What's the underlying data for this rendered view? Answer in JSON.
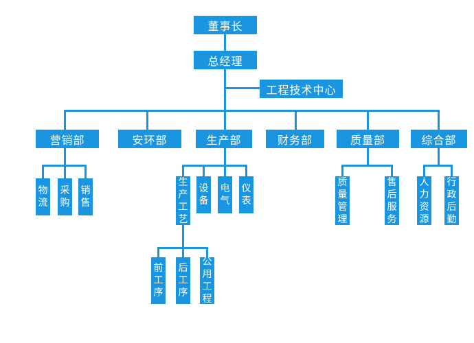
{
  "chairman": "董事长",
  "gm": "总经理",
  "tech_center": "工程技术中心",
  "departments": {
    "marketing": {
      "label": "营销部",
      "children": [
        "物流",
        "采购",
        "销售"
      ]
    },
    "environment": {
      "label": "安环部"
    },
    "production": {
      "label": "生产部",
      "children": [
        "生产工艺",
        "设备",
        "电气",
        "仪表"
      ],
      "process_children": [
        "前工序",
        "后工序",
        "公用工程"
      ]
    },
    "finance": {
      "label": "财务部"
    },
    "quality": {
      "label": "质量部",
      "children": [
        "质量管理",
        "售后服务"
      ]
    },
    "general": {
      "label": "综合部",
      "children": [
        "人力资源",
        "行政后勤"
      ]
    }
  },
  "colors": {
    "box": "#1a96e0",
    "line": "#1a96e0",
    "text": "#ffffff",
    "background": "#ffffff"
  }
}
